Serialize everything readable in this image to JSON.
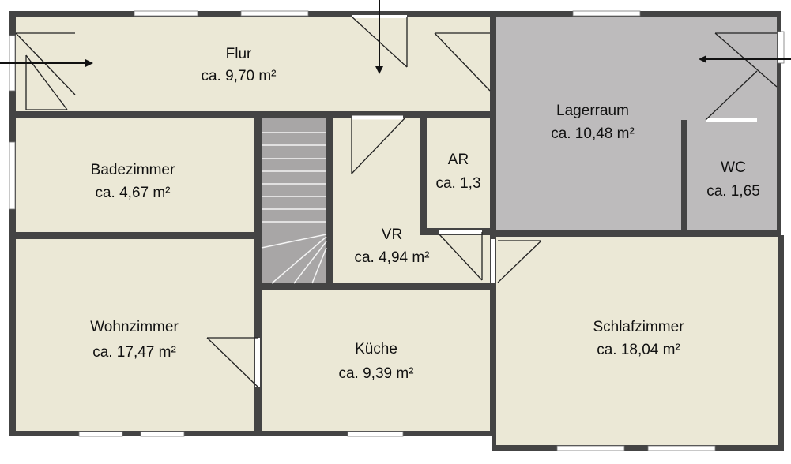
{
  "colors": {
    "room_fill": "#ebe8d6",
    "storage_fill": "#bdbbbc",
    "stair_fill": "#a8a6a6",
    "wall": "#444444"
  },
  "rooms": {
    "flur": {
      "name": "Flur",
      "area": "ca. 9,70 m²"
    },
    "lagerraum": {
      "name": "Lagerraum",
      "area": "ca. 10,48 m²"
    },
    "badezimmer": {
      "name": "Badezimmer",
      "area": "ca. 4,67 m²"
    },
    "ar": {
      "name": "AR",
      "area": "ca. 1,3"
    },
    "wc": {
      "name": "WC",
      "area": "ca. 1,65"
    },
    "vr": {
      "name": "VR",
      "area": "ca. 4,94 m²"
    },
    "wohnzimmer": {
      "name": "Wohnzimmer",
      "area": "ca. 17,47 m²"
    },
    "kueche": {
      "name": "Küche",
      "area": "ca. 9,39 m²"
    },
    "schlafzimmer": {
      "name": "Schlafzimmer",
      "area": "ca. 18,04 m²"
    }
  }
}
